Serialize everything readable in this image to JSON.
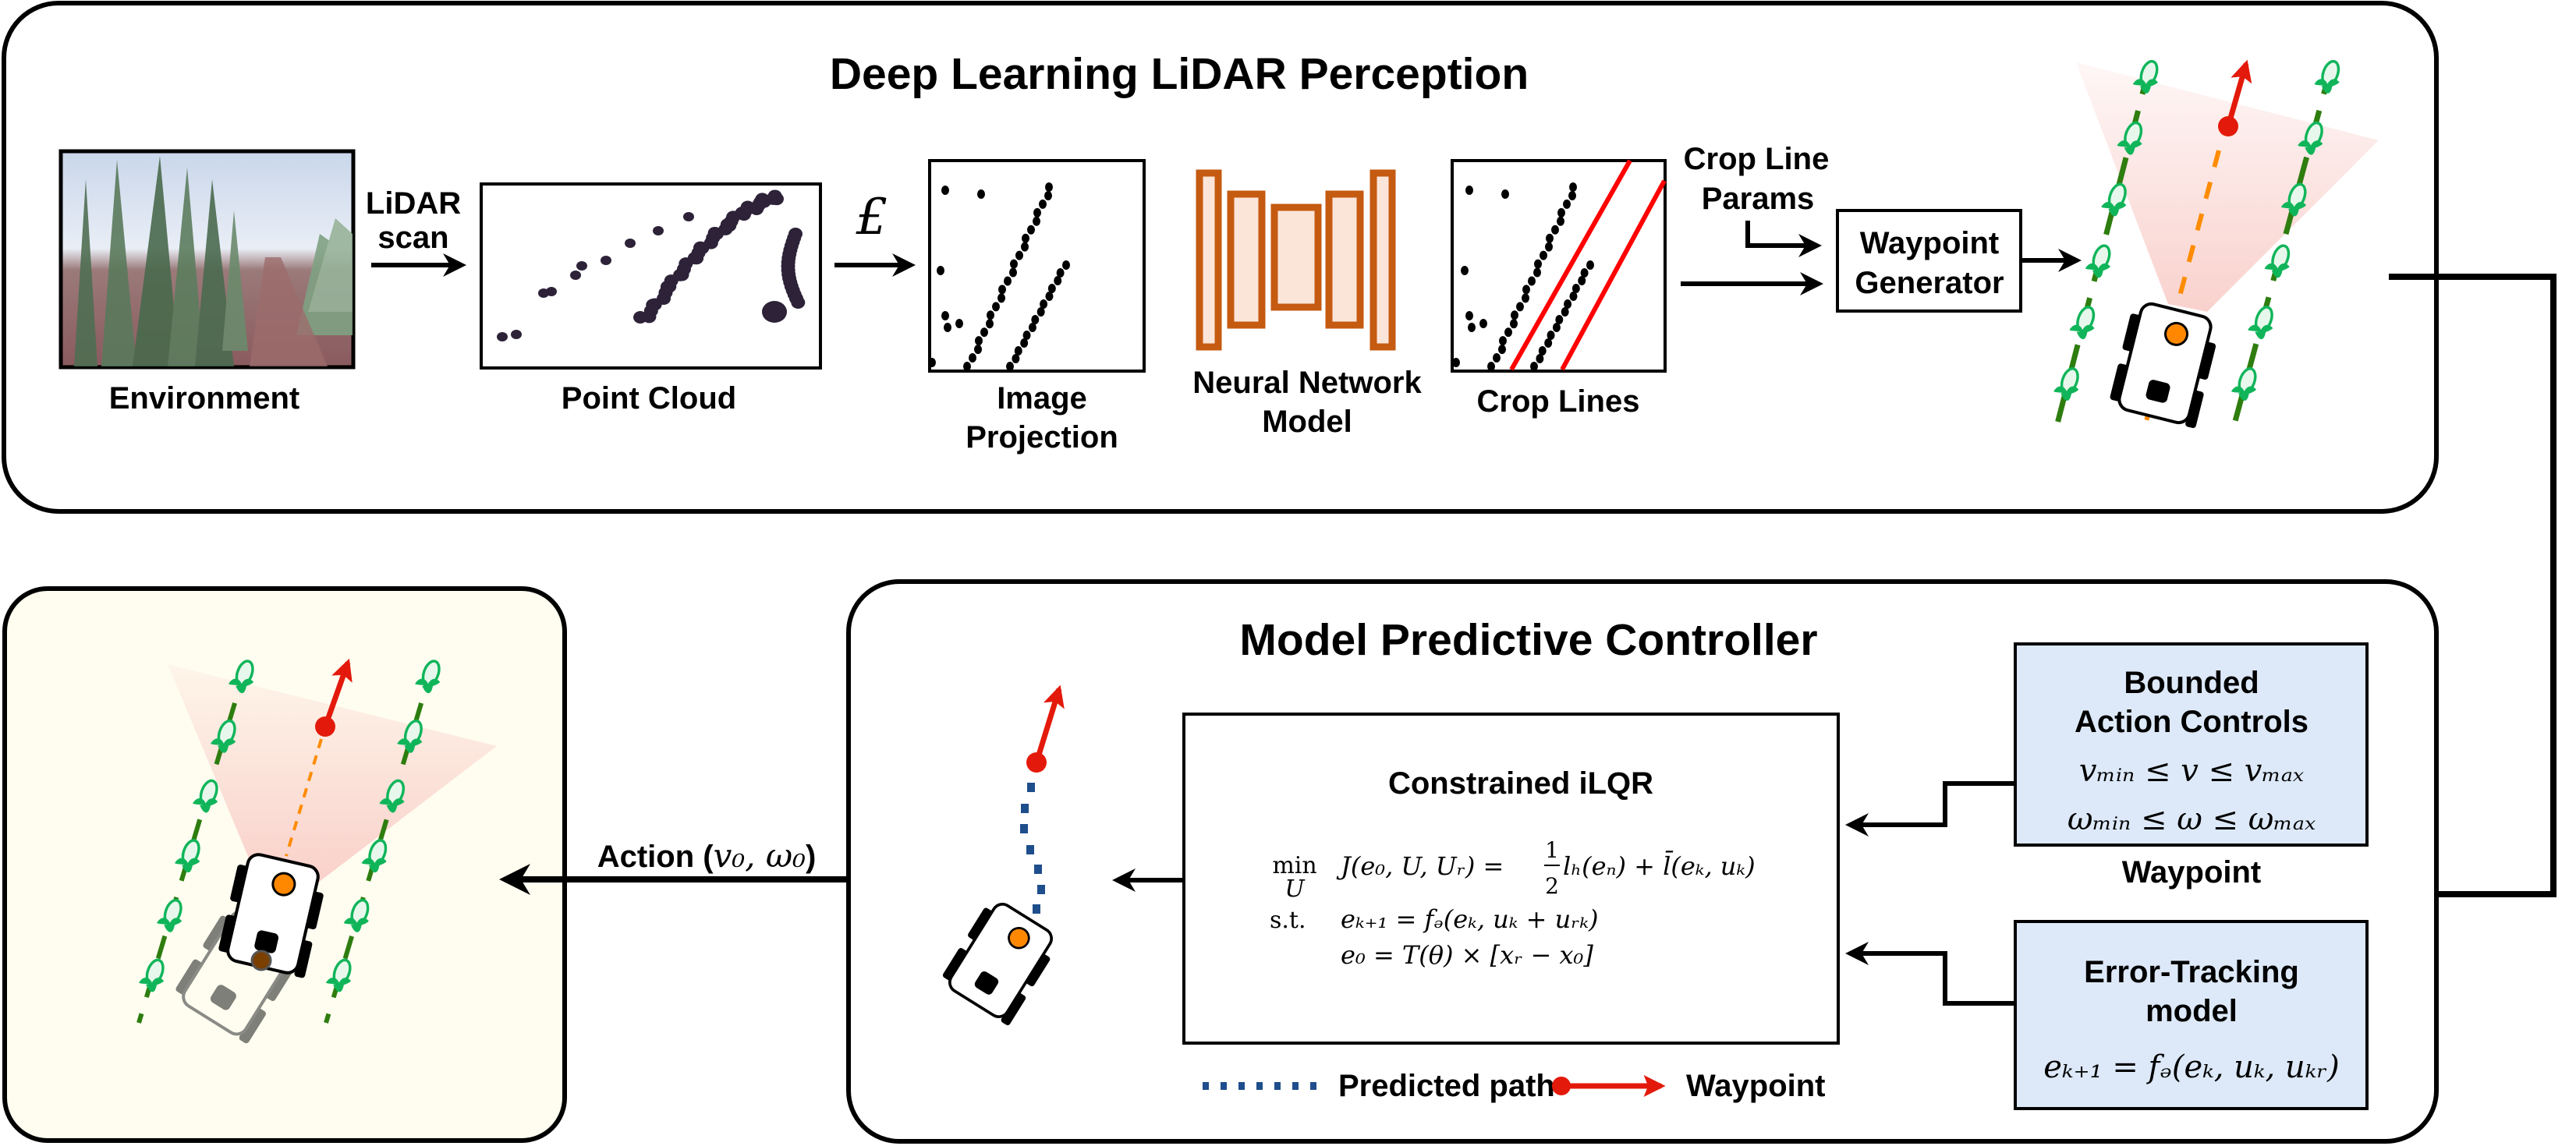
{
  "perception": {
    "title": "Deep Learning LiDAR Perception",
    "environment_label": "Environment",
    "lidar_label_line1": "LiDAR",
    "lidar_label_line2": "scan",
    "point_cloud_label": "Point Cloud",
    "projection_symbol": "£",
    "image_projection_line1": "Image",
    "image_projection_line2": "Projection",
    "nn_label_line1": "Neural Network",
    "nn_label_line2": "Model",
    "crop_lines_label": "Crop Lines",
    "crop_line_params_line1": "Crop Line",
    "crop_line_params_line2": "Params",
    "waypoint_generator_line1": "Waypoint",
    "waypoint_generator_line2": "Generator"
  },
  "mpc": {
    "title": "Model Predictive Controller",
    "ilqr_title": "Constrained iLQR",
    "objective_min": "min",
    "objective_var": "U",
    "objective_lhs": "J(e₀, U, Uᵣ) = ",
    "objective_frac_num": "1",
    "objective_frac_den": "2",
    "objective_rhs": "lₕ(eₙ) + l̄(eₖ, uₖ)",
    "st_label": "s.t.",
    "constraint_1": "eₖ₊₁ = fₔ(eₖ, uₖ + uᵣₖ)",
    "constraint_2": "e₀ = T(θ) × [xᵣ − x₀]",
    "bounded_title_line1": "Bounded",
    "bounded_title_line2": "Action Controls",
    "bounded_eq_1": "vₘᵢₙ ≤ v ≤ vₘₐₓ",
    "bounded_eq_2": "ωₘᵢₙ ≤ ω ≤ ωₘₐₓ",
    "waypoint_label": "Waypoint",
    "error_title_line1": "Error-Tracking",
    "error_title_line2": "model",
    "error_eq": "eₖ₊₁ = fₔ(eₖ, uₖ, uₖᵣ)",
    "legend_predicted": "Predicted path",
    "legend_waypoint": "Waypoint"
  },
  "action": {
    "label_prefix": "Action (",
    "label_math": "v₀, ω₀",
    "label_suffix": ")"
  },
  "colors": {
    "nn_stroke": "#c55a11",
    "nn_fill": "#fbe5d9",
    "waypoint_red": "#e31a0b",
    "path_orange": "#ff8c00",
    "robot_orange": "#ff8800",
    "crop_row_green": "#2e7d0f",
    "corn_green": "#10b55a",
    "predicted_path_blue": "#1f4e8c",
    "info_box_blue": "#dde9f8",
    "result_panel_bg": "#fffdf0",
    "sensor_cone": "#f8c9c4"
  }
}
